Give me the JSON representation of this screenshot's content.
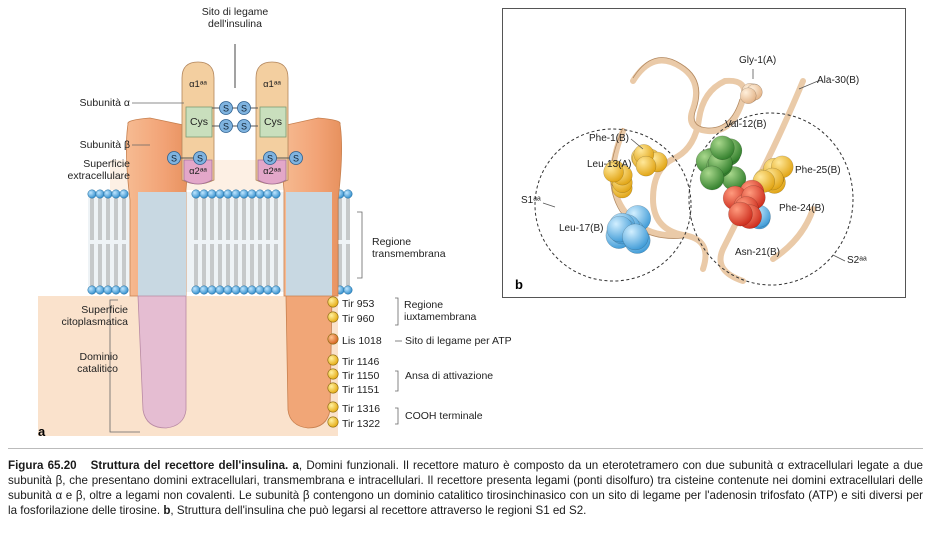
{
  "panel_a": {
    "letter": "a",
    "binding_site_label_line1": "Sito di legame",
    "binding_site_label_line2": "dell'insulina",
    "alpha_subunit": "Subunità α",
    "beta_subunit": "Subunità β",
    "extracellular_line1": "Superficie",
    "extracellular_line2": "extracellulare",
    "transmembrane_line1": "Regione",
    "transmembrane_line2": "transmembrana",
    "cytoplasmic_line1": "Superficie",
    "cytoplasmic_line2": "citoplasmatica",
    "catalytic_line1": "Dominio",
    "catalytic_line2": "catalitico",
    "alpha1": "α1ᵃᵃ",
    "alpha2": "α2ᵃᵃ",
    "cys": "Cys",
    "s": "S",
    "juxtamembrane_line1": "Regione",
    "juxtamembrane_line2": "iuxtamembrana",
    "atp_site": "Sito di legame per ATP",
    "activation_loop": "Ansa di attivazione",
    "cooh": "COOH terminale",
    "residues": {
      "tir953": "Tir 953",
      "tir960": "Tir 960",
      "lis1018": "Lis 1018",
      "tir1146": "Tir 1146",
      "tir1150": "Tir 1150",
      "tir1151": "Tir 1151",
      "tir1316": "Tir 1316",
      "tir1322": "Tir 1322"
    }
  },
  "panel_b": {
    "letter": "b",
    "labels": {
      "gly1a": "Gly-1(A)",
      "ala30b": "Ala-30(B)",
      "phe1b": "Phe-1(B)",
      "val12b": "Val-12(B)",
      "leu13a": "Leu-13(A)",
      "phe25b": "Phe-25(B)",
      "s1": "S1ᵃᵃ",
      "phe24b": "Phe-24(B)",
      "leu17b": "Leu-17(B)",
      "asn21b": "Asn-21(B)",
      "s2": "S2ᵃᵃ"
    }
  },
  "caption": {
    "figure_number": "Figura 65.20",
    "title": "Struttura del recettore dell'insulina.",
    "a_letter": "a",
    "text_a": ", Domini funzionali. Il recettore maturo è composto da un eterotetramero con due subunità α extracellulari legate a due subunità β, che presentano domini extracellulari, transmembrana e intracellulari. Il recettore presenta legami (ponti disolfuro) tra cisteine contenute nei domini extracellulari delle subunità α e β, oltre a legami non covalenti. Le subunità β contengono un dominio catalitico tirosinchinasico con un sito di legame per l'adenosin trifosfato (ATP) e siti diversi per la fosforilazione delle tirosine.",
    "b_letter": "b",
    "text_b": ", Struttura dell'insulina che può legarsi al recettore attraverso le regioni S1 ed S2."
  },
  "colors": {
    "beta_orange": "#f2a778",
    "alpha_tan": "#f3cfa0",
    "cys_green": "#c9dfbd",
    "alpha2_pink": "#e3a7c9",
    "membrane_blue": "#3d9bd6",
    "tm_blue": "#c8d8e2",
    "catalytic_pink": "#e5bdd2",
    "cyto_bg": "#fae2cc",
    "tyr_yellow": "#f2c21b",
    "lys_orange": "#e3712a"
  }
}
